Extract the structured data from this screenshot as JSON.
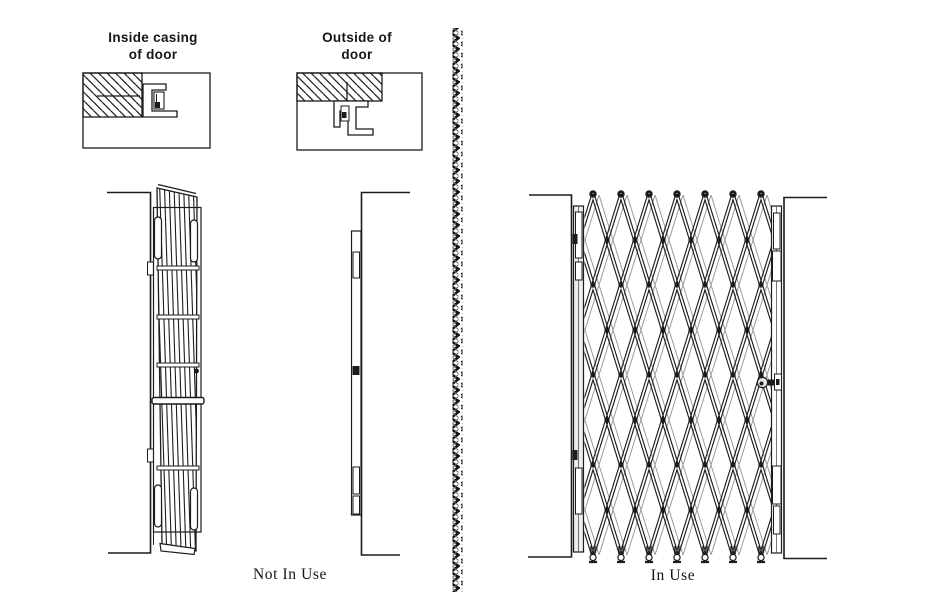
{
  "colors": {
    "paper": "#ffffff",
    "ink": "#1c1c1c",
    "faint_ink": "#999999"
  },
  "labels": {
    "inside_casing": {
      "line1": "Inside casing",
      "line2": "of door"
    },
    "outside_door": {
      "line1": "Outside of",
      "line2": "door"
    },
    "not_in_use": "Not In Use",
    "in_use": "In Use"
  }
}
